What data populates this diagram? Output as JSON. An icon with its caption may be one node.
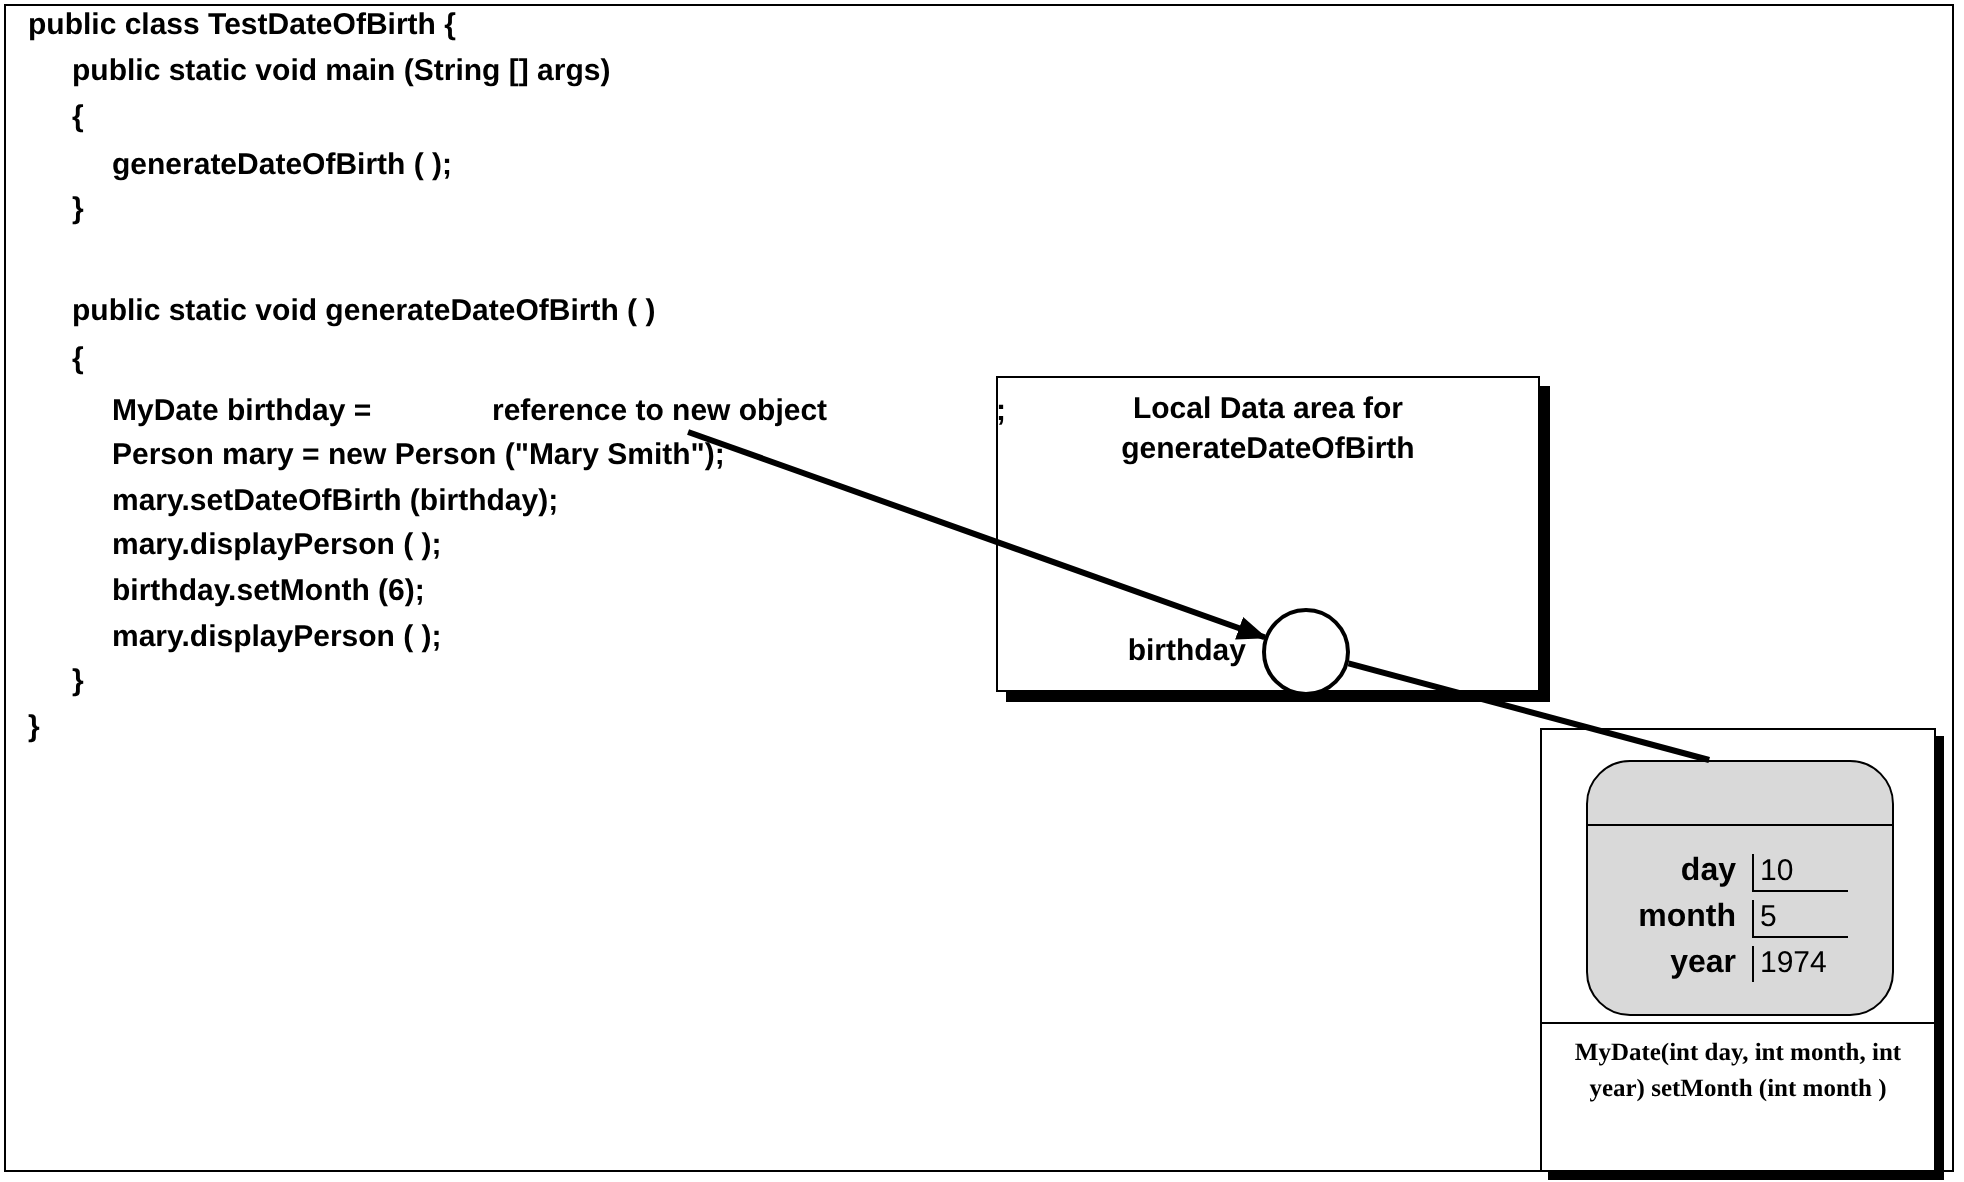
{
  "diagram": {
    "nodes": [
      {
        "text": [
          "reference to new object"
        ]
      },
      {
        "text": [
          "Local Data area for generateDateOfBirth"
        ]
      },
      {
        "text": [],
        "shape": "circle",
        "in": 1,
        "beside": [
          "birthday"
        ]
      },
      {
        "text": [
          "MyDate(int day, int month, int year) setMonth (int month )"
        ]
      },
      {
        "text": [],
        "shape": "box",
        "in": 3
      }
    ],
    "edges": [
      {
        "from": 0,
        "to": 2,
        "arrow": "to"
      },
      {
        "from": 2,
        "to": 4,
        "arrow": "none"
      }
    ],
    "labels": [
      "public class TestDateOfBirth {",
      "public static void main  (String [] args)",
      "{",
      "generateDateOfBirth ( );",
      "}",
      "public static void generateDateOfBirth ( )",
      "{",
      "MyDate birthday =",
      ";",
      "Person mary = new Person (\"Mary Smith\");",
      "mary.setDateOfBirth (birthday);",
      "mary.displayPerson ( );",
      "birthday.setMonth (6);",
      "mary.displayPerson ( );",
      "}",
      "}",
      "day",
      "10",
      "month",
      "5",
      "year",
      "1974"
    ]
  }
}
